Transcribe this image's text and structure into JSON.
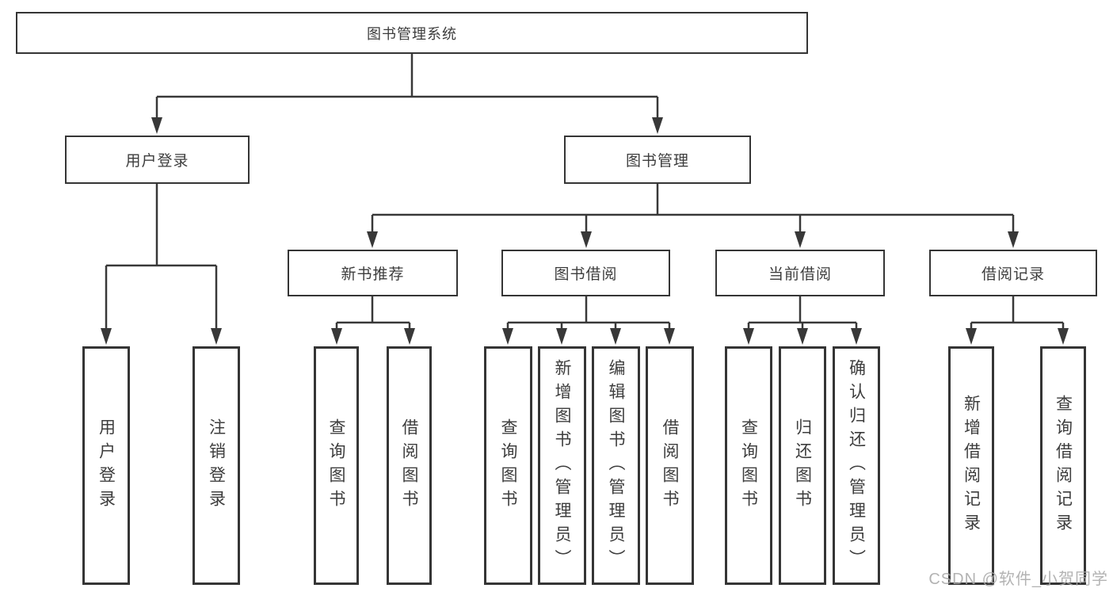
{
  "colors": {
    "line": "#383838",
    "box_border": "#353535",
    "text": "#3d3d3d",
    "watermark": "#a8a8a8",
    "background": "#ffffff"
  },
  "diagram": {
    "root": {
      "label": "图书管理系统"
    },
    "branches": {
      "user_login": {
        "label": "用户登录",
        "children": {
          "login": {
            "label": "用户登录"
          },
          "logout": {
            "label": "注销登录"
          }
        }
      },
      "book_mgmt": {
        "label": "图书管理",
        "children": {
          "new_book_rec": {
            "label": "新书推荐",
            "children": {
              "query_books": {
                "label": "查询图书"
              },
              "borrow_books": {
                "label": "借阅图书"
              }
            }
          },
          "book_borrow": {
            "label": "图书借阅",
            "children": {
              "query_books": {
                "label": "查询图书"
              },
              "add_book_admin": {
                "label": "新增图书（管理员）"
              },
              "edit_book_admin": {
                "label": "编辑图书（管理员）"
              },
              "borrow_books": {
                "label": "借阅图书"
              }
            }
          },
          "current_borrow": {
            "label": "当前借阅",
            "children": {
              "query_books": {
                "label": "查询图书"
              },
              "return_books": {
                "label": "归还图书"
              },
              "confirm_return_admin": {
                "label": "确认归还（管理员）"
              }
            }
          },
          "borrow_records": {
            "label": "借阅记录",
            "children": {
              "add_record": {
                "label": "新增借阅记录"
              },
              "query_record": {
                "label": "查询借阅记录"
              }
            }
          }
        }
      }
    }
  },
  "watermark": {
    "text": "CSDN @软件_小贺同学"
  }
}
